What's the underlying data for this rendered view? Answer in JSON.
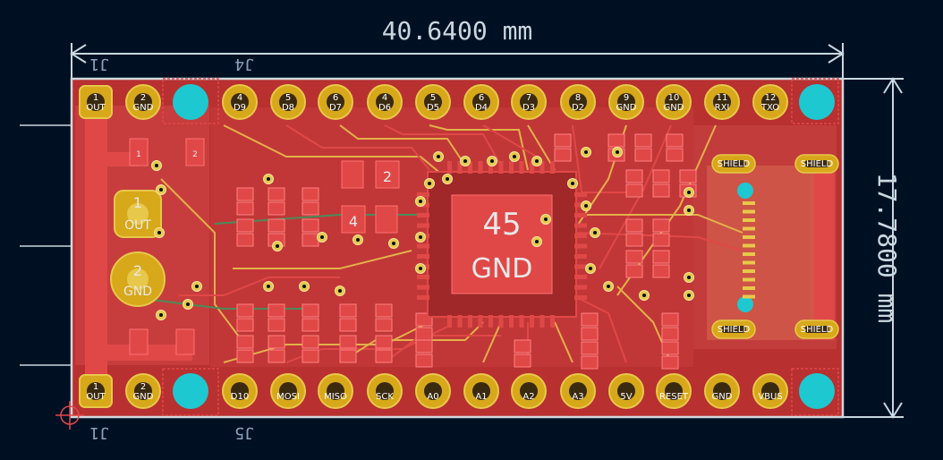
{
  "dimensions": {
    "width_label": "40.6400 mm",
    "height_label": "17.7800 mm"
  },
  "refdes": {
    "top_left": "J1",
    "top_mid": "J4",
    "bottom_left": "J1",
    "bottom_mid": "J5"
  },
  "top_pins": [
    {
      "num": "1",
      "label": "OUT"
    },
    {
      "num": "2",
      "label": "GND"
    },
    {
      "num": "",
      "label": ""
    },
    {
      "num": "4",
      "label": "D9"
    },
    {
      "num": "5",
      "label": "D8"
    },
    {
      "num": "6",
      "label": "D7"
    },
    {
      "num": "4",
      "label": "D6"
    },
    {
      "num": "5",
      "label": "D5"
    },
    {
      "num": "6",
      "label": "D4"
    },
    {
      "num": "7",
      "label": "D3"
    },
    {
      "num": "8",
      "label": "D2"
    },
    {
      "num": "9",
      "label": "GND"
    },
    {
      "num": "10",
      "label": "GND"
    },
    {
      "num": "11",
      "label": "RXI"
    },
    {
      "num": "12",
      "label": "TXO"
    }
  ],
  "bottom_pins": [
    {
      "num": "1",
      "label": "OUT"
    },
    {
      "num": "2",
      "label": "GND"
    },
    {
      "num": "",
      "label": ""
    },
    {
      "num": "",
      "label": "D10"
    },
    {
      "num": "",
      "label": "MOSI"
    },
    {
      "num": "",
      "label": "MISO"
    },
    {
      "num": "",
      "label": "SCK"
    },
    {
      "num": "",
      "label": "A0"
    },
    {
      "num": "",
      "label": "A1"
    },
    {
      "num": "",
      "label": "A2"
    },
    {
      "num": "",
      "label": "A3"
    },
    {
      "num": "",
      "label": "5V"
    },
    {
      "num": "",
      "label": "RESET"
    },
    {
      "num": "",
      "label": "GND"
    },
    {
      "num": "",
      "label": "VBUS"
    }
  ],
  "large_pads": [
    {
      "num": "1",
      "label": "OUT"
    },
    {
      "num": "2",
      "label": "GND"
    }
  ],
  "chip": {
    "pad_num": "45",
    "pad_label": "GND"
  },
  "usb_shield_label": "SHIELD",
  "small_pads": [
    "1",
    "2",
    "2",
    "4"
  ],
  "colors": {
    "background": "#001023",
    "copper": "#c83434",
    "pad": "#d7a81a",
    "via": "#1ec8d0",
    "outline": "#c8d8e0",
    "silk": "#e8e8e8"
  }
}
